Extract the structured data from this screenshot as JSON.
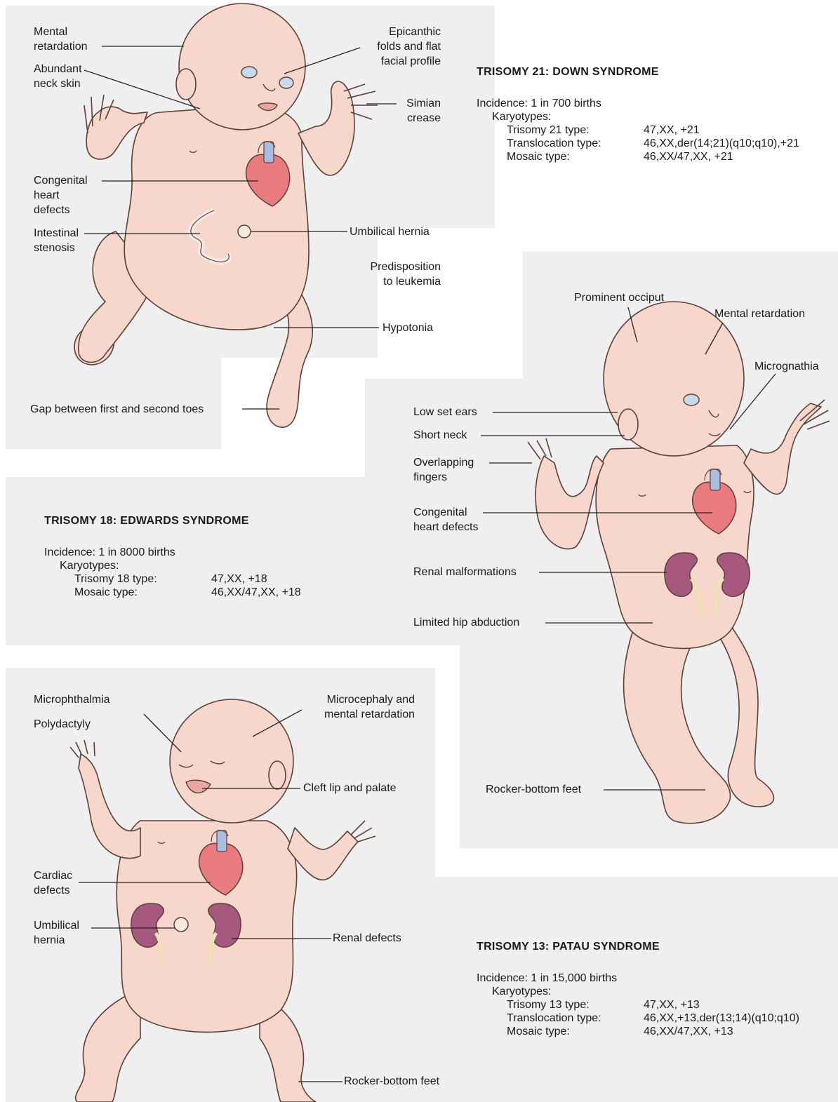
{
  "colors": {
    "panel": "#efefef",
    "skin": "#f7d7cb",
    "skin_stroke": "#5a4038",
    "heart": "#e97a7e",
    "vessel": "#a9bde0",
    "kidney": "#a6587f",
    "ureter": "#eee3b5",
    "line": "#222222"
  },
  "down": {
    "labels": {
      "mental_retardation": "Mental\nretardation",
      "neck_skin": "Abundant\nneck skin",
      "epicanthic": "Epicanthic\nfolds and flat\nfacial profile",
      "simian": "Simian\ncrease",
      "heart": "Congenital\nheart\ndefects",
      "intestinal": "Intestinal\nstenosis",
      "umbilical": "Umbilical hernia",
      "leukemia": "Predisposition\nto leukemia",
      "hypotonia": "Hypotonia",
      "toes": "Gap between first and second toes"
    },
    "title": "TRISOMY 21: DOWN SYNDROME",
    "incidence": "Incidence: 1 in 700 births",
    "karyotypes_label": "Karyotypes:",
    "karyotypes": [
      {
        "type": "Trisomy 21 type:",
        "value": "47,XX, +21"
      },
      {
        "type": "Translocation type:",
        "value": "46,XX,der(14;21)(q10;q10),+21"
      },
      {
        "type": "Mosaic type:",
        "value": "46,XX/47,XX, +21"
      }
    ]
  },
  "edwards": {
    "labels": {
      "occiput": "Prominent occiput",
      "mental_retardation": "Mental retardation",
      "micrognathia": "Micrognathia",
      "ears": "Low set ears",
      "neck": "Short neck",
      "fingers": "Overlapping\nfingers",
      "heart": "Congenital\nheart defects",
      "renal": "Renal malformations",
      "hip": "Limited hip abduction",
      "feet": "Rocker-bottom feet"
    },
    "title": "TRISOMY 18: EDWARDS SYNDROME",
    "incidence": "Incidence: 1 in 8000 births",
    "karyotypes_label": "Karyotypes:",
    "karyotypes": [
      {
        "type": "Trisomy 18 type:",
        "value": "47,XX, +18"
      },
      {
        "type": "Mosaic type:",
        "value": "46,XX/47,XX, +18"
      }
    ]
  },
  "patau": {
    "labels": {
      "microphthalmia": "Microphthalmia",
      "polydactyly": "Polydactyly",
      "microcephaly": "Microcephaly and\nmental retardation",
      "cleft": "Cleft lip and palate",
      "cardiac": "Cardiac\ndefects",
      "umbilical": "Umbilical\nhernia",
      "renal": "Renal defects",
      "feet": "Rocker-bottom feet"
    },
    "title": "TRISOMY 13: PATAU SYNDROME",
    "incidence": "Incidence: 1 in 15,000 births",
    "karyotypes_label": "Karyotypes:",
    "karyotypes": [
      {
        "type": "Trisomy 13 type:",
        "value": "47,XX, +13"
      },
      {
        "type": "Translocation type:",
        "value": "46,XX,+13,der(13;14)(q10;q10)"
      },
      {
        "type": "Mosaic type:",
        "value": "46,XX/47,XX, +13"
      }
    ]
  }
}
